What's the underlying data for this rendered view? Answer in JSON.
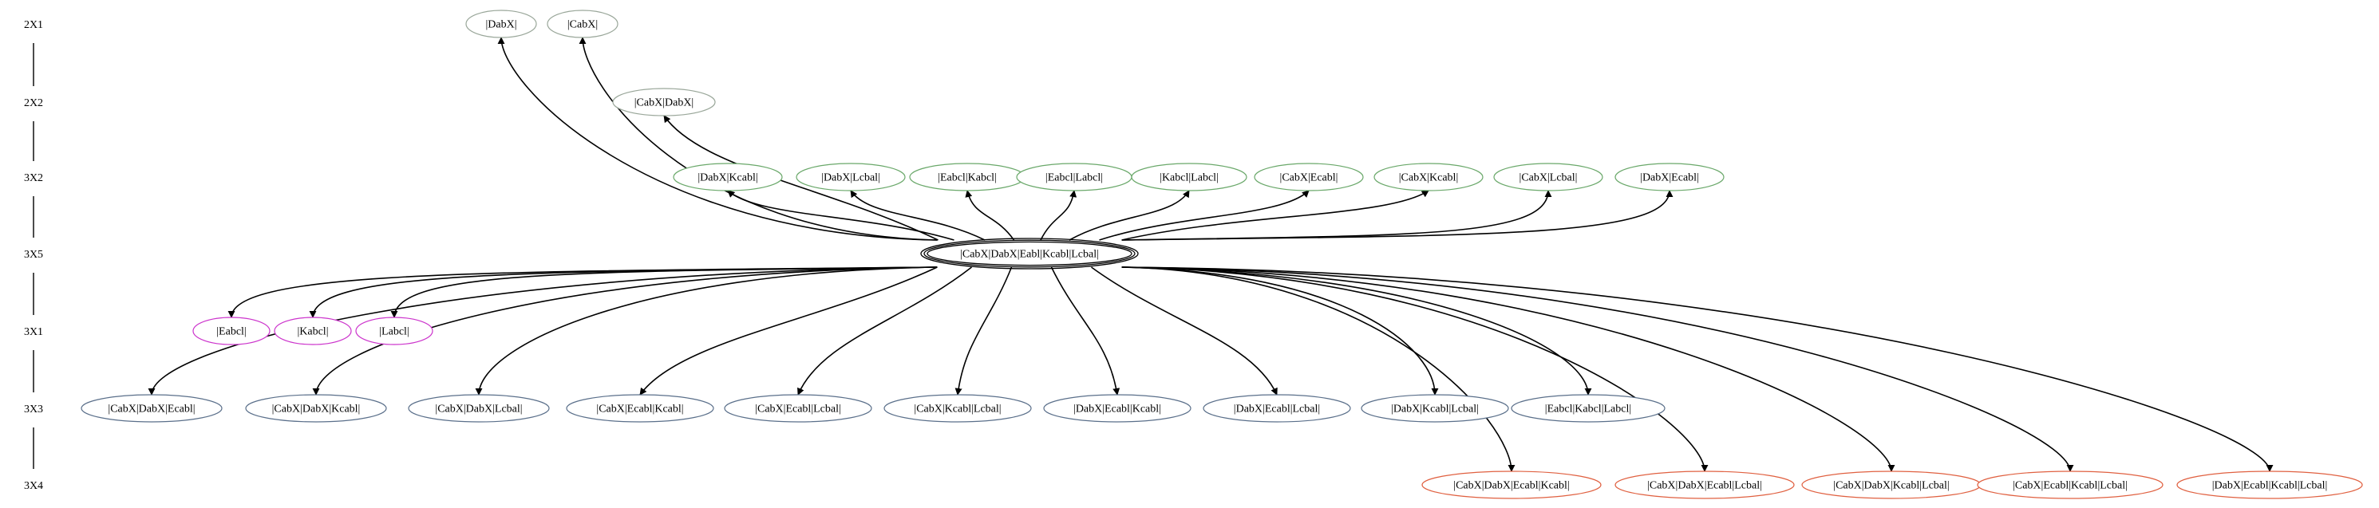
{
  "colors": {
    "rank_2": "#9aa79a",
    "rank_3X2": "#6aa86a",
    "rank_3X1": "#cc33cc",
    "rank_3X3": "#5a6f8a",
    "rank_3X4": "#e06040",
    "center": "#000000"
  },
  "ranks": [
    "2X1",
    "2X2",
    "3X2",
    "3X5",
    "3X1",
    "3X3",
    "3X4"
  ],
  "center": {
    "id": "center",
    "label": "|CabX|DabX|Eabl|Kcabl|Lcbal|"
  },
  "nodes": [
    {
      "id": "n0",
      "rank": "2X1",
      "label": "|DabX|",
      "group": "rank_2"
    },
    {
      "id": "n1",
      "rank": "2X1",
      "label": "|CabX|",
      "group": "rank_2"
    },
    {
      "id": "n2",
      "rank": "2X2",
      "label": "|CabX|DabX|",
      "group": "rank_2"
    },
    {
      "id": "n3",
      "rank": "3X2",
      "label": "|DabX|Kcabl|",
      "group": "rank_3X2"
    },
    {
      "id": "n4",
      "rank": "3X2",
      "label": "|DabX|Lcbal|",
      "group": "rank_3X2"
    },
    {
      "id": "n5",
      "rank": "3X2",
      "label": "|Eabcl|Kabcl|",
      "group": "rank_3X2"
    },
    {
      "id": "n6",
      "rank": "3X2",
      "label": "|Eabcl|Labcl|",
      "group": "rank_3X2"
    },
    {
      "id": "n7",
      "rank": "3X2",
      "label": "|Kabcl|Labcl|",
      "group": "rank_3X2"
    },
    {
      "id": "n8",
      "rank": "3X2",
      "label": "|CabX|Ecabl|",
      "group": "rank_3X2"
    },
    {
      "id": "n9",
      "rank": "3X2",
      "label": "|CabX|Kcabl|",
      "group": "rank_3X2"
    },
    {
      "id": "n10",
      "rank": "3X2",
      "label": "|CabX|Lcbal|",
      "group": "rank_3X2"
    },
    {
      "id": "n11",
      "rank": "3X2",
      "label": "|DabX|Ecabl|",
      "group": "rank_3X2"
    },
    {
      "id": "n12",
      "rank": "3X1",
      "label": "|Eabcl|",
      "group": "rank_3X1"
    },
    {
      "id": "n13",
      "rank": "3X1",
      "label": "|Kabcl|",
      "group": "rank_3X1"
    },
    {
      "id": "n14",
      "rank": "3X1",
      "label": "|Labcl|",
      "group": "rank_3X1"
    },
    {
      "id": "n15",
      "rank": "3X3",
      "label": "|CabX|DabX|Ecabl|",
      "group": "rank_3X3"
    },
    {
      "id": "n16",
      "rank": "3X3",
      "label": "|CabX|DabX|Kcabl|",
      "group": "rank_3X3"
    },
    {
      "id": "n17",
      "rank": "3X3",
      "label": "|CabX|DabX|Lcbal|",
      "group": "rank_3X3"
    },
    {
      "id": "n18",
      "rank": "3X3",
      "label": "|CabX|Ecabl|Kcabl|",
      "group": "rank_3X3"
    },
    {
      "id": "n19",
      "rank": "3X3",
      "label": "|CabX|Ecabl|Lcbal|",
      "group": "rank_3X3"
    },
    {
      "id": "n20",
      "rank": "3X3",
      "label": "|CabX|Kcabl|Lcbal|",
      "group": "rank_3X3"
    },
    {
      "id": "n21",
      "rank": "3X3",
      "label": "|DabX|Ecabl|Kcabl|",
      "group": "rank_3X3"
    },
    {
      "id": "n22",
      "rank": "3X3",
      "label": "|DabX|Ecabl|Lcbal|",
      "group": "rank_3X3"
    },
    {
      "id": "n23",
      "rank": "3X3",
      "label": "|DabX|Kcabl|Lcbal|",
      "group": "rank_3X3"
    },
    {
      "id": "n24",
      "rank": "3X3",
      "label": "|Eabcl|Kabcl|Labcl|",
      "group": "rank_3X3"
    },
    {
      "id": "n25",
      "rank": "3X4",
      "label": "|CabX|DabX|Ecabl|Kcabl|",
      "group": "rank_3X4"
    },
    {
      "id": "n26",
      "rank": "3X4",
      "label": "|CabX|DabX|Ecabl|Lcbal|",
      "group": "rank_3X4"
    },
    {
      "id": "n27",
      "rank": "3X4",
      "label": "|CabX|DabX|Kcabl|Lcbal|",
      "group": "rank_3X4"
    },
    {
      "id": "n28",
      "rank": "3X4",
      "label": "|CabX|Ecabl|Kcabl|Lcbal|",
      "group": "rank_3X4"
    },
    {
      "id": "n29",
      "rank": "3X4",
      "label": "|DabX|Ecabl|Kcabl|Lcbal|",
      "group": "rank_3X4"
    }
  ],
  "edges": [
    {
      "from": "center",
      "to": "n0"
    },
    {
      "from": "center",
      "to": "n1"
    },
    {
      "from": "center",
      "to": "n2"
    },
    {
      "from": "center",
      "to": "n3"
    },
    {
      "from": "center",
      "to": "n4"
    },
    {
      "from": "center",
      "to": "n5"
    },
    {
      "from": "center",
      "to": "n6"
    },
    {
      "from": "center",
      "to": "n7"
    },
    {
      "from": "center",
      "to": "n8"
    },
    {
      "from": "center",
      "to": "n9"
    },
    {
      "from": "center",
      "to": "n10"
    },
    {
      "from": "center",
      "to": "n11"
    },
    {
      "from": "center",
      "to": "n12"
    },
    {
      "from": "center",
      "to": "n13"
    },
    {
      "from": "center",
      "to": "n14"
    },
    {
      "from": "center",
      "to": "n15"
    },
    {
      "from": "center",
      "to": "n16"
    },
    {
      "from": "center",
      "to": "n17"
    },
    {
      "from": "center",
      "to": "n18"
    },
    {
      "from": "center",
      "to": "n19"
    },
    {
      "from": "center",
      "to": "n20"
    },
    {
      "from": "center",
      "to": "n21"
    },
    {
      "from": "center",
      "to": "n22"
    },
    {
      "from": "center",
      "to": "n23"
    },
    {
      "from": "center",
      "to": "n24"
    },
    {
      "from": "center",
      "to": "n25"
    },
    {
      "from": "center",
      "to": "n26"
    },
    {
      "from": "center",
      "to": "n27"
    },
    {
      "from": "center",
      "to": "n28"
    },
    {
      "from": "center",
      "to": "n29"
    }
  ]
}
